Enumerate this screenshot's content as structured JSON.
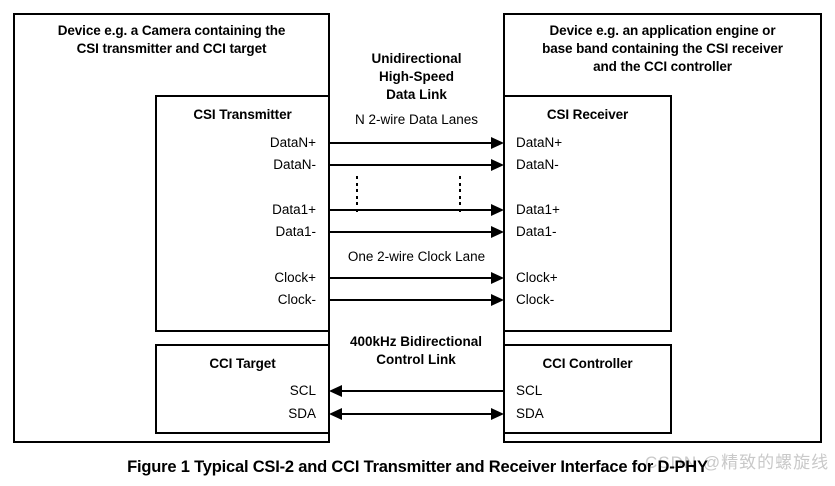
{
  "figure": {
    "caption": "Figure 1 Typical CSI-2 and CCI Transmitter and Receiver Interface for D-PHY",
    "watermark": "CSDN @精致的螺旋线"
  },
  "left_device": {
    "title": "Device e.g. a Camera containing the\nCSI transmitter and CCI target",
    "title_line1": "Device e.g. a Camera containing the",
    "title_line2": "CSI transmitter and CCI target",
    "csi_transmitter": {
      "title": "CSI Transmitter",
      "pins": [
        "DataN+",
        "DataN-",
        "Data1+",
        "Data1-",
        "Clock+",
        "Clock-"
      ]
    },
    "cci_target": {
      "title": "CCI Target",
      "pins": [
        "SCL",
        "SDA"
      ]
    }
  },
  "right_device": {
    "title_line1": "Device e.g. an application engine or",
    "title_line2": "base band containing the CSI receiver",
    "title_line3": "and the CCI controller",
    "csi_receiver": {
      "title": "CSI Receiver",
      "pins": [
        "DataN+",
        "DataN-",
        "Data1+",
        "Data1-",
        "Clock+",
        "Clock-"
      ]
    },
    "cci_controller": {
      "title": "CCI Controller",
      "pins": [
        "SCL",
        "SDA"
      ]
    }
  },
  "links": {
    "data_link": {
      "label_line1": "Unidirectional",
      "label_line2": "High-Speed",
      "label_line3": "Data  Link",
      "lanes_label": "N 2-wire Data Lanes"
    },
    "clock_link": {
      "lanes_label": "One 2-wire Clock Lane"
    },
    "control_link": {
      "label_line1": "400kHz Bidirectional",
      "label_line2": "Control Link"
    }
  },
  "signals": [
    {
      "name": "DataN+",
      "direction": "right"
    },
    {
      "name": "DataN-",
      "direction": "right"
    },
    {
      "name": "Data1+",
      "direction": "right"
    },
    {
      "name": "Data1-",
      "direction": "right"
    },
    {
      "name": "Clock+",
      "direction": "right"
    },
    {
      "name": "Clock-",
      "direction": "right"
    },
    {
      "name": "SCL",
      "direction": "left"
    },
    {
      "name": "SDA",
      "direction": "both"
    }
  ],
  "colors": {
    "line": "#000000",
    "background": "#ffffff",
    "watermark": "#c9c9c9"
  }
}
